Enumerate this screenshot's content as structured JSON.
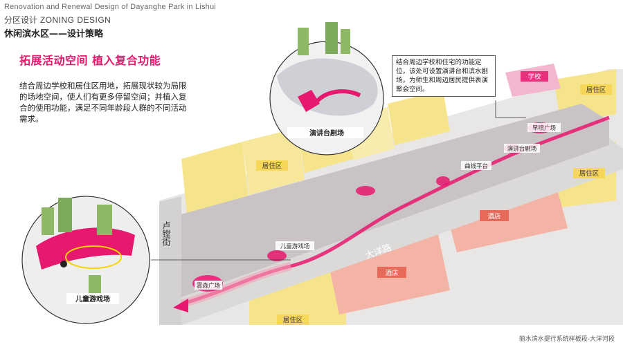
{
  "header": {
    "english_title": "Renovation and Renewal Design of Dayanghe Park in Lishui",
    "zoning_cn": "分区设计",
    "zoning_en": "ZONING DESIGN",
    "section_title": "休闲滨水区——设计策略"
  },
  "slogan": "拓展活动空间 植入复合功能",
  "description": "结合周边学校和居住区用地，拓展现状较为局限的场地空间，使人们有更多停留空间；并植入复合的使用功能，满足不同年龄段人群的不同活动需求。",
  "callout": "结合周边学校和住宅的功能定位，该处可设置演讲台和滨水剧场，为师生和周边居民提供表演聚会空间。",
  "labels": {
    "school": "学校",
    "residential": "居住区",
    "hotel": "酒店",
    "waterfront_square": "早喷广场",
    "lecture_theater": "演讲台剧场",
    "curved_platform": "曲线平台",
    "kids_playground": "儿童游戏场",
    "mist_square": "雾森广场",
    "dayang_road": "大洋路",
    "lutang_street": "卢镗街"
  },
  "insets": {
    "top_label": "演讲台剧场",
    "left_label": "儿童游戏场"
  },
  "footer": "丽水滨水提行系统样板段-大洋河段",
  "colors": {
    "accent": "#e6196e",
    "residential_yellow": "#f6e48c",
    "hotel_salmon": "#f3b3a5",
    "school_pink": "#f2b6cf",
    "park_grey": "#c9c3c6",
    "road_grey": "#dcdad9",
    "tree_green": "#8fb866"
  }
}
